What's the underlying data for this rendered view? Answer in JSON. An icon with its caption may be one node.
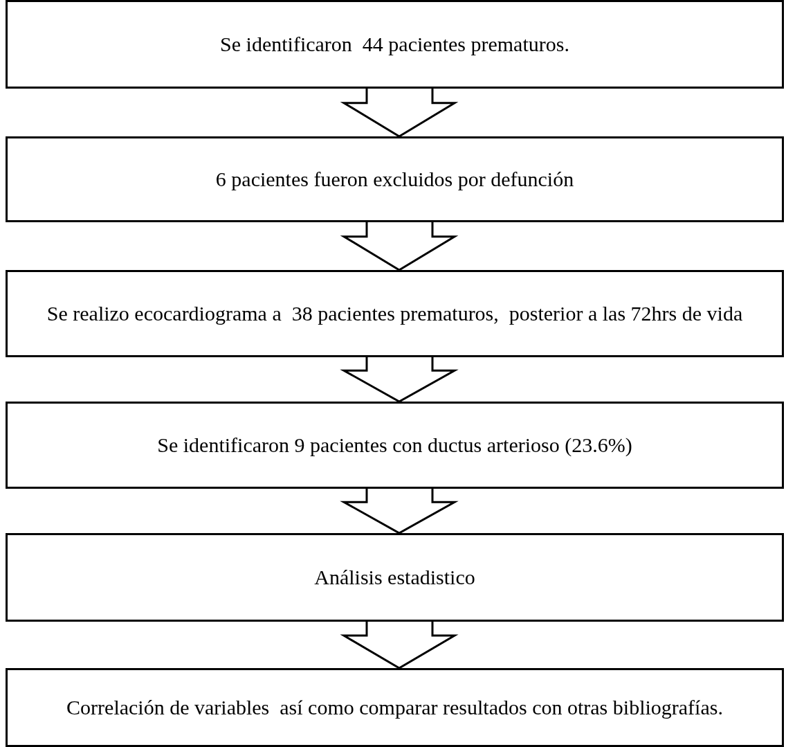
{
  "diagram": {
    "nodes": [
      {
        "text": [
          "Se identificaron  44 pacientes prematuros."
        ]
      },
      {
        "text": [
          "6 pacientes fueron excluidos por defunción"
        ]
      },
      {
        "text": [
          "Se realizo ecocardiograma a  38 pacientes prematuros,  posterior a las 72hrs de vida"
        ]
      },
      {
        "text": [
          "Se identificaron 9 pacientes con ductus arterioso (23.6%)"
        ]
      },
      {
        "text": [
          "Análisis estadistico"
        ]
      },
      {
        "text": [
          "Correlación de variables  así como comparar resultados con otras bibliografías."
        ]
      }
    ],
    "edges": [
      {
        "from": 0,
        "to": 1,
        "arrow": "to"
      },
      {
        "from": 1,
        "to": 2,
        "arrow": "to"
      },
      {
        "from": 2,
        "to": 3,
        "arrow": "to"
      },
      {
        "from": 3,
        "to": 4,
        "arrow": "to"
      },
      {
        "from": 4,
        "to": 5,
        "arrow": "to"
      }
    ]
  }
}
